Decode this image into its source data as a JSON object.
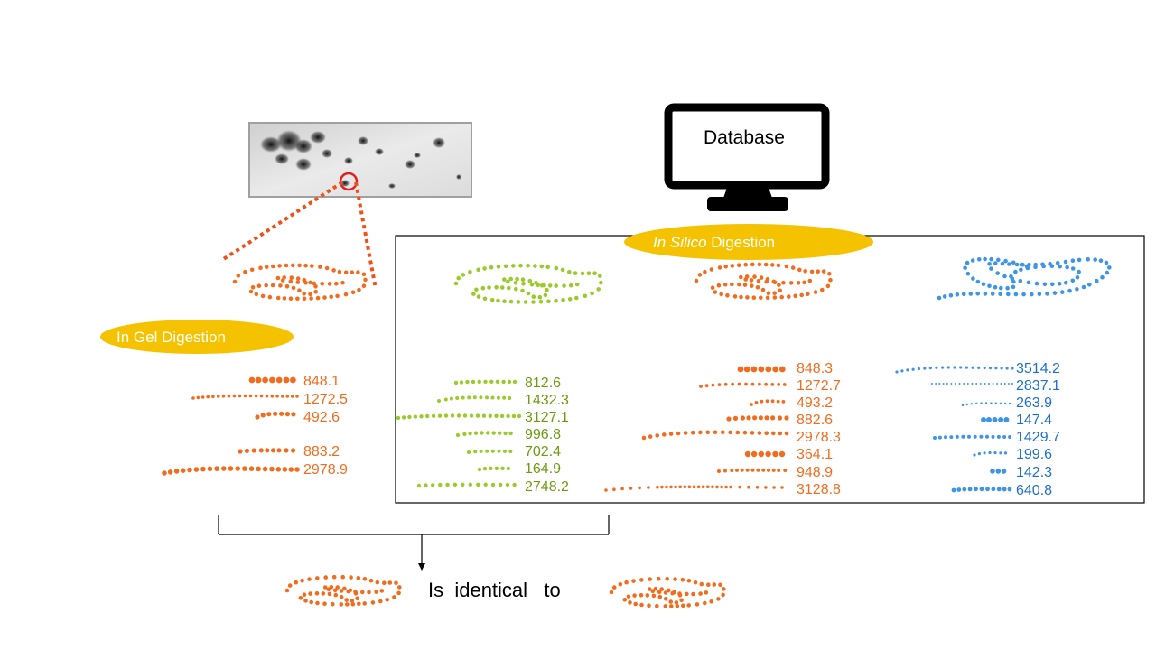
{
  "colors": {
    "orange": "#f26c1e",
    "green": "#9acb2a",
    "green_text": "#6f9a10",
    "blue": "#3e95e8",
    "blue_text": "#1d6fd6",
    "pill": "#f5c200",
    "red_circle": "#e02020",
    "black": "#000000"
  },
  "icons": {
    "computer": "computer-monitor-icon",
    "gel": "2d-gel-image"
  },
  "database_label": "Database",
  "in_gel_label": "In Gel Digestion",
  "in_silico_italic": "In Silico",
  "in_silico_rest": " Digestion",
  "identical_label": "Is  identical   to",
  "in_gel_masses": [
    "848.1",
    "1272.5",
    "492.6",
    "883.2",
    "2978.9"
  ],
  "green_masses": [
    "812.6",
    "1432.3",
    "3127.1",
    "996.8",
    "702.4",
    "164.9",
    "2748.2"
  ],
  "orange_masses": [
    "848.3",
    "1272.7",
    "493.2",
    "882.6",
    "2978.3",
    "364.1",
    "948.9",
    "3128.8"
  ],
  "blue_masses": [
    "3514.2",
    "2837.1",
    "263.9",
    "147.4",
    "1429.7",
    "199.6",
    "142.3",
    "640.8"
  ]
}
